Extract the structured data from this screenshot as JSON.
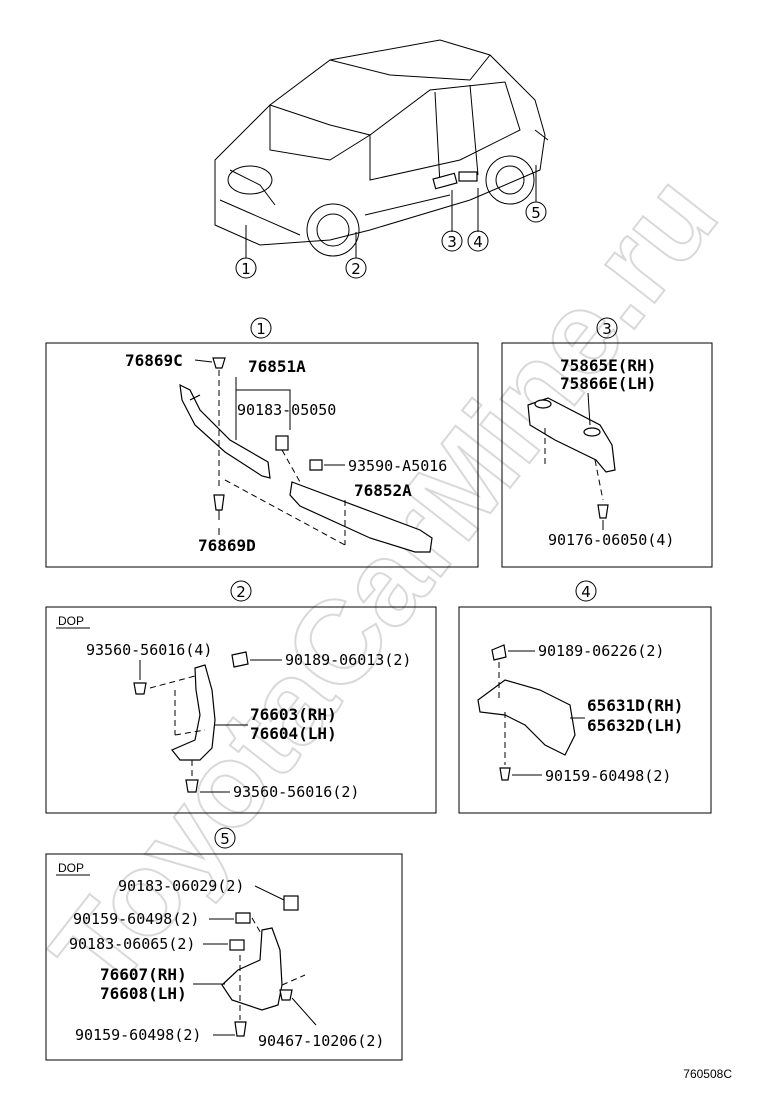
{
  "watermark": "ToyotaCarMine.ru",
  "diagram_code": "760508C",
  "overview": {
    "callouts": [
      "1",
      "2",
      "3",
      "4",
      "5"
    ]
  },
  "sections": {
    "s1": {
      "marker": "1",
      "labels": [
        "76869C",
        "76851A",
        "90183-05050",
        "93590-A5016",
        "76852A",
        "76869D"
      ]
    },
    "s3": {
      "marker": "3",
      "labels": [
        "75865E(RH)",
        "75866E(LH)",
        "90176-06050(4)"
      ]
    },
    "s2": {
      "marker": "2",
      "tag": "DOP",
      "labels": [
        "93560-56016(4)",
        "90189-06013(2)",
        "76603(RH)",
        "76604(LH)",
        "93560-56016(2)"
      ]
    },
    "s4": {
      "marker": "4",
      "labels": [
        "90189-06226(2)",
        "65631D(RH)",
        "65632D(LH)",
        "90159-60498(2)"
      ]
    },
    "s5": {
      "marker": "5",
      "tag": "DOP",
      "labels": [
        "90183-06029(2)",
        "90159-60498(2)",
        "90183-06065(2)",
        "76607(RH)",
        "76608(LH)",
        "90159-60498(2)",
        "90467-10206(2)"
      ]
    }
  }
}
